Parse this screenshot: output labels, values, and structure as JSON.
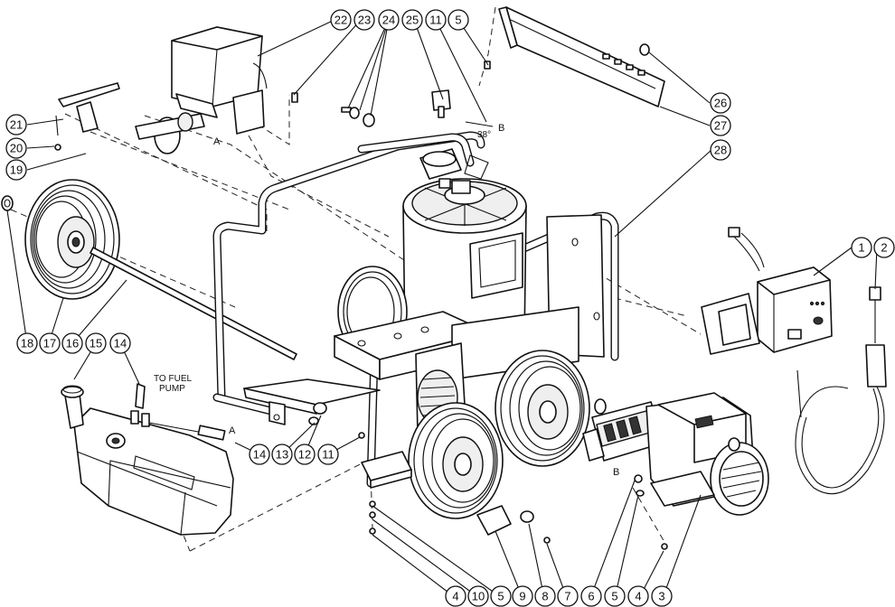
{
  "callouts": [
    {
      "id": "c22",
      "label": "22"
    },
    {
      "id": "c23",
      "label": "23"
    },
    {
      "id": "c24",
      "label": "24"
    },
    {
      "id": "c25",
      "label": "25"
    },
    {
      "id": "c11a",
      "label": "11"
    },
    {
      "id": "c5a",
      "label": "5"
    },
    {
      "id": "c26",
      "label": "26"
    },
    {
      "id": "c27",
      "label": "27"
    },
    {
      "id": "c28",
      "label": "28"
    },
    {
      "id": "c21",
      "label": "21"
    },
    {
      "id": "c20",
      "label": "20"
    },
    {
      "id": "c19",
      "label": "19"
    },
    {
      "id": "c1",
      "label": "1"
    },
    {
      "id": "c2",
      "label": "2"
    },
    {
      "id": "c18",
      "label": "18"
    },
    {
      "id": "c17",
      "label": "17"
    },
    {
      "id": "c16",
      "label": "16"
    },
    {
      "id": "c15",
      "label": "15"
    },
    {
      "id": "c14a",
      "label": "14"
    },
    {
      "id": "c14b",
      "label": "14"
    },
    {
      "id": "c13",
      "label": "13"
    },
    {
      "id": "c12",
      "label": "12"
    },
    {
      "id": "c11b",
      "label": "11"
    },
    {
      "id": "c4a",
      "label": "4"
    },
    {
      "id": "c10",
      "label": "10"
    },
    {
      "id": "c5b",
      "label": "5"
    },
    {
      "id": "c9",
      "label": "9"
    },
    {
      "id": "c8",
      "label": "8"
    },
    {
      "id": "c7",
      "label": "7"
    },
    {
      "id": "c6",
      "label": "6"
    },
    {
      "id": "c5c",
      "label": "5"
    },
    {
      "id": "c4b",
      "label": "4"
    },
    {
      "id": "c3",
      "label": "3"
    }
  ],
  "notes": {
    "to_fuel_pump": [
      "TO FUEL",
      "PUMP"
    ],
    "angle": "38°",
    "ref_a": "A",
    "ref_b": "B"
  }
}
